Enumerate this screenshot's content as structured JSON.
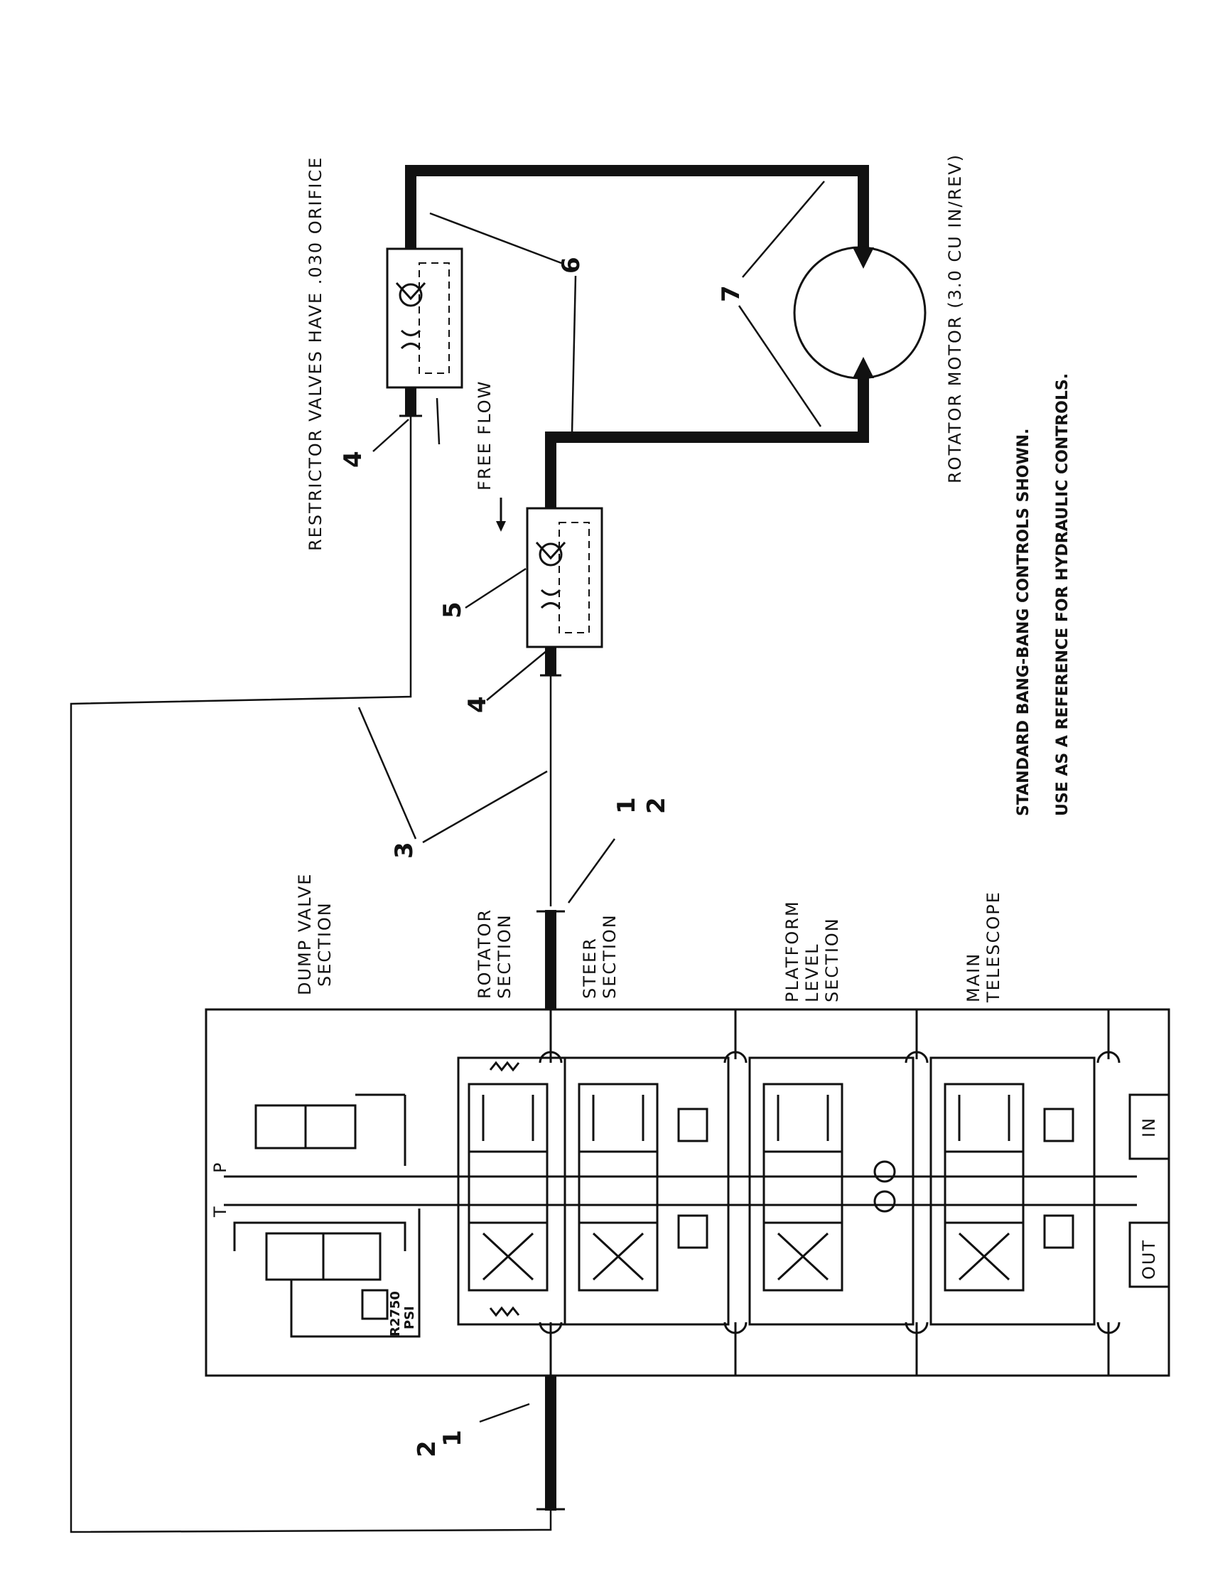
{
  "labels": {
    "restrictor_note": "RESTRICTOR VALVES HAVE .030 ORIFICE",
    "free_flow": "FREE FLOW",
    "rotator_motor": "ROTATOR MOTOR (3.0 CU IN/REV)",
    "controls_note_1": "STANDARD BANG-BANG CONTROLS SHOWN.",
    "controls_note_2": "USE AS A REFERENCE FOR HYDRAULIC CONTROLS.",
    "dump_valve_section": [
      "DUMP VALVE",
      "SECTION"
    ],
    "rotator_section": [
      "ROTATOR",
      "SECTION"
    ],
    "steer_section": [
      "STEER",
      "SECTION"
    ],
    "platform_level_section": [
      "PLATFORM",
      "LEVEL",
      "SECTION"
    ],
    "main_telescope": [
      "MAIN",
      "TELESCOPE"
    ],
    "port_p": "P",
    "port_t": "T",
    "port_in": "IN",
    "port_out": "OUT",
    "relief_setting": [
      "R2750",
      "PSI"
    ]
  },
  "callouts": {
    "c1_top": "1",
    "c2_top": "2",
    "c1_bottom": "1",
    "c2_bottom": "2",
    "c3": "3",
    "c4_upper": "4",
    "c4_lower": "4",
    "c5": "5",
    "c6": "6",
    "c7": "7"
  }
}
